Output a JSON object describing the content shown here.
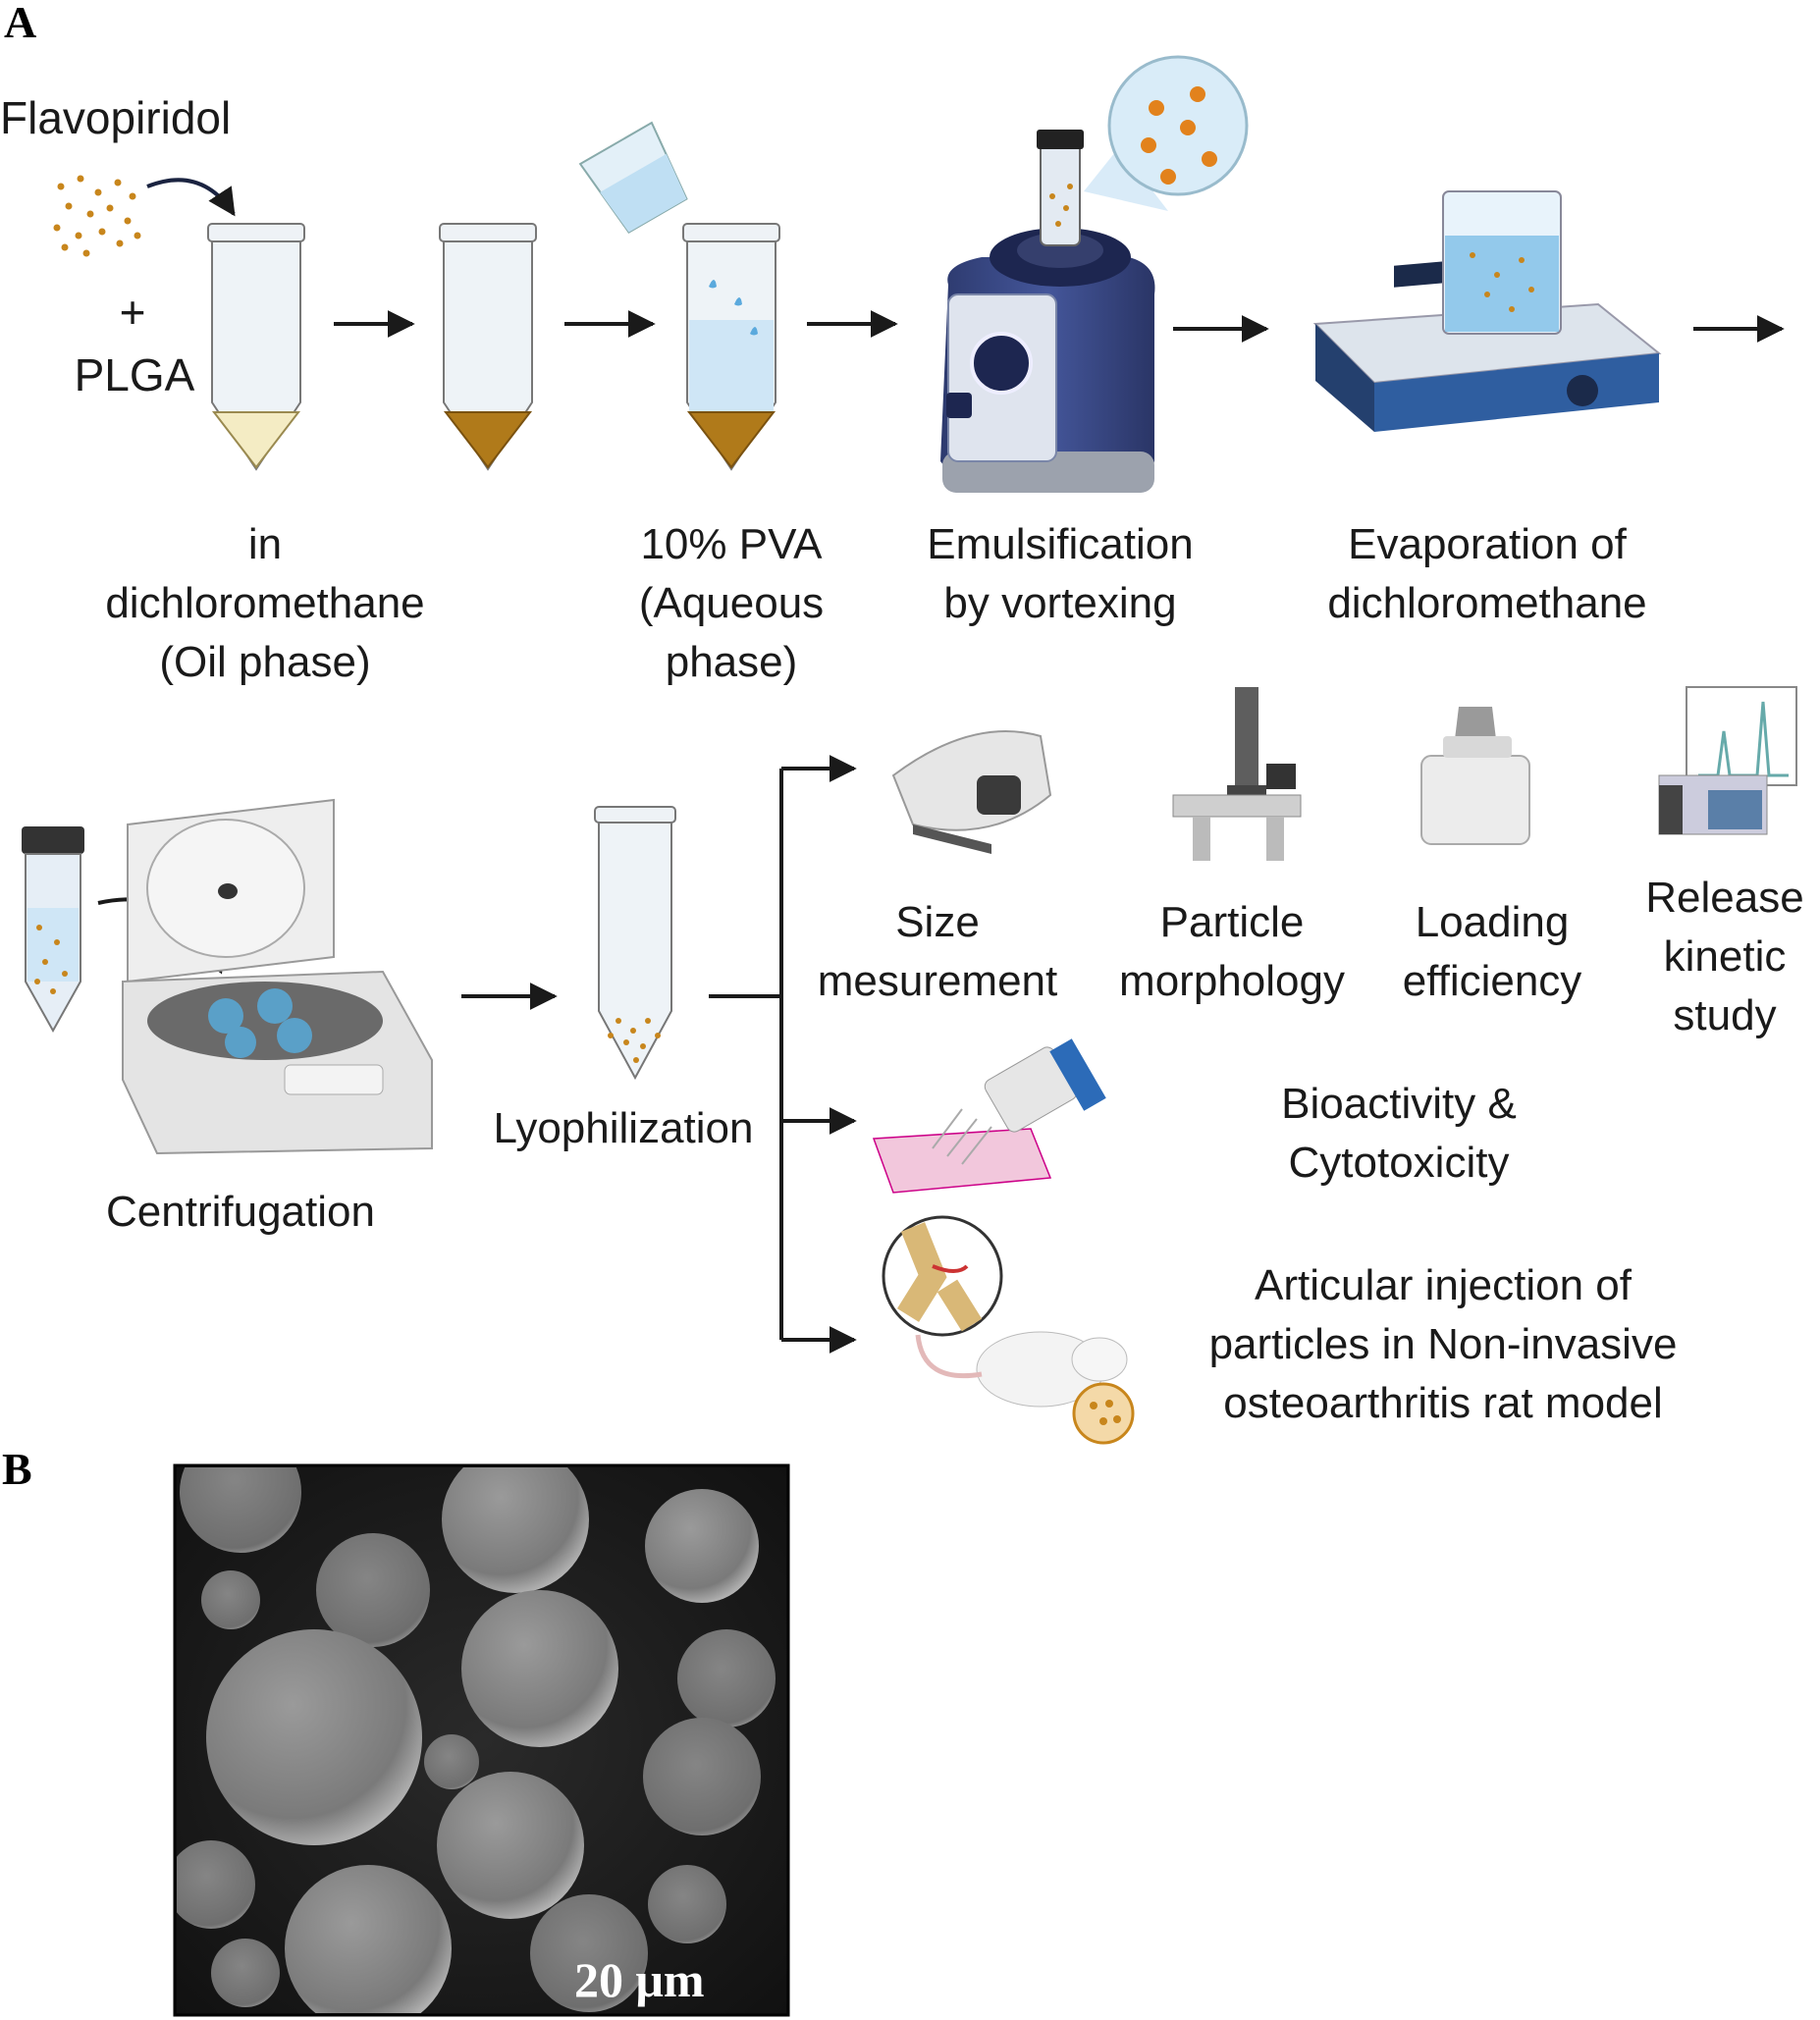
{
  "panels": {
    "a": "A",
    "b": "B"
  },
  "inputs": {
    "drug": "Flavopiridol",
    "plus": "+",
    "polymer": "PLGA"
  },
  "steps": {
    "oil_phase": [
      "in",
      "dichloromethane",
      "(Oil phase)"
    ],
    "aqueous_phase": [
      "10% PVA",
      "(Aqueous",
      "phase)"
    ],
    "emulsification": [
      "Emulsification",
      "by vortexing"
    ],
    "evaporation": [
      "Evaporation of",
      "dichloromethane"
    ],
    "centrifugation": "Centrifugation",
    "lyophilization": "Lyophilization"
  },
  "analyses": {
    "size": [
      "Size",
      "mesurement"
    ],
    "morphology": [
      "Particle",
      "morphology"
    ],
    "loading": [
      "Loading",
      "efficiency"
    ],
    "release": [
      "Release",
      "kinetic",
      "study"
    ],
    "bioactivity": [
      "Bioactivity &",
      "Cytotoxicity"
    ],
    "injection": [
      "Articular injection of",
      "particles in Non-invasive",
      "osteoarthritis rat model"
    ]
  },
  "micrograph": {
    "scale_bar": "20 μm"
  },
  "colors": {
    "drug": "#c8861c",
    "oil": "#f4ecc4",
    "tube": "#e8eef4",
    "aqueous": "#cfe6f6",
    "vortex": "#3b4c86",
    "arrow": "#1a1a1a"
  }
}
